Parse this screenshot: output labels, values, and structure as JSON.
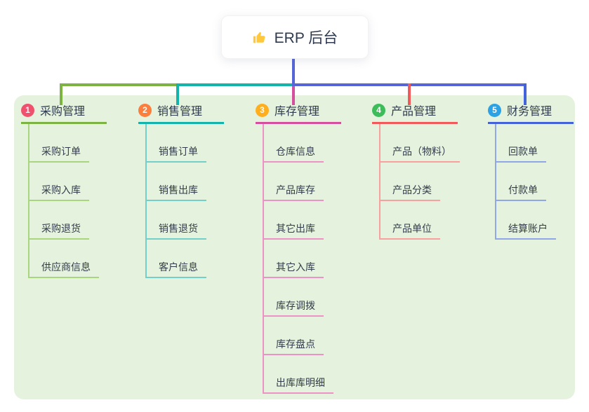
{
  "root": {
    "icon": "thumbs-up",
    "label": "ERP 后台",
    "icon_color": "#FFC83D"
  },
  "panel_color": "#E5F3DE",
  "connector_color": "#5766D6",
  "branches": [
    {
      "num": "1",
      "title": "采购管理",
      "badge_color": "#F0516D",
      "line_color": "#7CB342",
      "light_color": "#A9D57E",
      "items": [
        "采购订单",
        "采购入库",
        "采购退货",
        "供应商信息"
      ]
    },
    {
      "num": "2",
      "title": "销售管理",
      "badge_color": "#FB7E3D",
      "line_color": "#14B3AC",
      "light_color": "#72CFC9",
      "items": [
        "销售订单",
        "销售出库",
        "销售退货",
        "客户信息"
      ]
    },
    {
      "num": "3",
      "title": "库存管理",
      "badge_color": "#FFAF1E",
      "line_color": "#D44F9E",
      "light_color": "#EC92C5",
      "items": [
        "仓库信息",
        "产品库存",
        "其它出库",
        "其它入库",
        "库存调拨",
        "库存盘点",
        "出库库明细"
      ]
    },
    {
      "num": "4",
      "title": "产品管理",
      "badge_color": "#3DBD5A",
      "line_color": "#F15A5A",
      "light_color": "#F8A0A0",
      "items": [
        "产品（物料）",
        "产品分类",
        "产品单位"
      ]
    },
    {
      "num": "5",
      "title": "财务管理",
      "badge_color": "#2BA2E5",
      "line_color": "#4463D8",
      "light_color": "#8FA6E8",
      "items": [
        "回款单",
        "付款单",
        "结算账户"
      ]
    }
  ]
}
